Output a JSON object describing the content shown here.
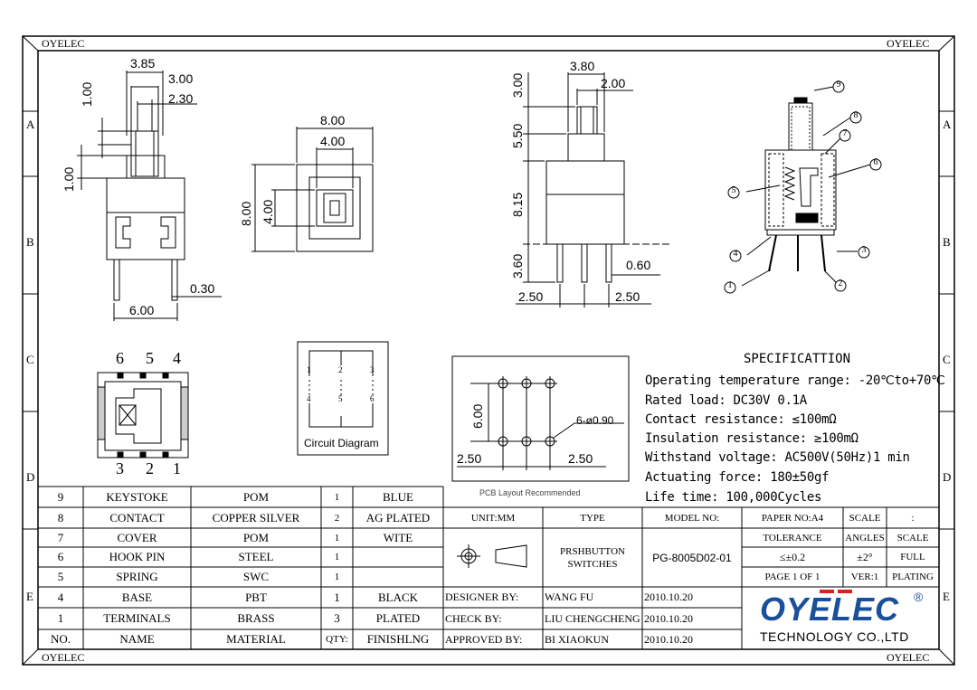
{
  "brand_corner": "OYELEC",
  "row_letters": [
    "A",
    "B",
    "C",
    "D",
    "E"
  ],
  "dims": {
    "side1": {
      "w385": "3.85",
      "w300": "3.00",
      "w230": "2.30",
      "h100a": "1.00",
      "h100b": "1.00",
      "w030": "0.30",
      "w600": "6.00"
    },
    "top": {
      "w800": "8.00",
      "w400": "4.00",
      "h800": "8.00",
      "h400": "4.00"
    },
    "side2": {
      "w380": "3.80",
      "w200": "2.00",
      "h300": "3.00",
      "h550": "5.50",
      "h815": "8.15",
      "h360": "3.60",
      "w060": "0.60",
      "w250a": "2.50",
      "w250b": "2.50"
    }
  },
  "balloons": [
    "9",
    "8",
    "7",
    "6",
    "5",
    "4",
    "3",
    "2",
    "1"
  ],
  "pins_top": [
    "6",
    "5",
    "4"
  ],
  "pins_bottom": [
    "3",
    "2",
    "1"
  ],
  "circuit": {
    "label": "Circuit Diagram",
    "pins_top": [
      "1",
      "2",
      "3"
    ],
    "pins_bottom": [
      "4",
      "5",
      "6"
    ]
  },
  "pcb": {
    "h600": "6.00",
    "hole": "6-ø0.90",
    "w250a": "2.50",
    "w250b": "2.50",
    "caption": "PCB Layout Recommended"
  },
  "spec": {
    "title": "SPECIFICATTION",
    "lines": [
      "Operating temperature range: -20℃to+70℃",
      "Rated load: DC30V 0.1A",
      "Contact resistance: ≤100mΩ",
      "Insulation resistance: ≥100mΩ",
      "Withstand voltage: AC500V(50Hz)1 min",
      "Actuating force: 180±50gf",
      "Life time: 100,000Cycles"
    ]
  },
  "bom": [
    {
      "no": "9",
      "name": "KEYSTOKE",
      "material": "POM",
      "qty": "1",
      "finish": "BLUE"
    },
    {
      "no": "8",
      "name": "CONTACT",
      "material": "COPPER SILVER",
      "qty": "2",
      "finish": "AG PLATED"
    },
    {
      "no": "7",
      "name": "COVER",
      "material": "POM",
      "qty": "1",
      "finish": "WITE"
    },
    {
      "no": "6",
      "name": "HOOK PIN",
      "material": "STEEL",
      "qty": "1",
      "finish": ""
    },
    {
      "no": "5",
      "name": "SPRING",
      "material": "SWC",
      "qty": "1",
      "finish": ""
    },
    {
      "no": "4",
      "name": "BASE",
      "material": "PBT",
      "qty": "1",
      "finish": "BLACK"
    },
    {
      "no": "1",
      "name": "TERMINALS",
      "material": "BRASS",
      "qty": "3",
      "finish": "PLATED"
    }
  ],
  "bom_header": {
    "no": "NO.",
    "name": "NAME",
    "material": "MATERIAL",
    "qty": "QTY:",
    "finish": "FINISHLNG"
  },
  "title_block": {
    "unit": "UNIT:MM",
    "type_label": "TYPE",
    "model_label": "MODEL NO:",
    "paper": "PAPER NO:A4",
    "scale_label": "SCALE",
    "scale_colon": ":",
    "type_value": "PRSHBUTTON SWITCHES",
    "model_value": "PG-8005D02-01",
    "tolerance_label": "TOLERANCE",
    "angles_label": "ANGLES",
    "scale2_label": "SCALE",
    "tolerance_value": "≤±0.2",
    "angles_value": "±2°",
    "scale_value": "FULL",
    "page": "PAGE 1 OF 1",
    "ver": "VER:1",
    "plating": "PLATING",
    "designer_label": "DESIGNER BY:",
    "designer": "WANG FU",
    "designer_date": "2010.10.20",
    "check_label": "CHECK BY:",
    "checker": "LIU CHENGCHENG",
    "check_date": "2010.10.20",
    "approved_label": "APPROVED BY:",
    "approver": "BI XIAOKUN",
    "approved_date": "2010.10.20",
    "logo": "OYELEC",
    "logo_reg": "®",
    "company": "TECHNOLOGY CO.,LTD"
  },
  "colors": {
    "logo_blue": "#1a4f9c",
    "logo_red": "#e02020"
  }
}
